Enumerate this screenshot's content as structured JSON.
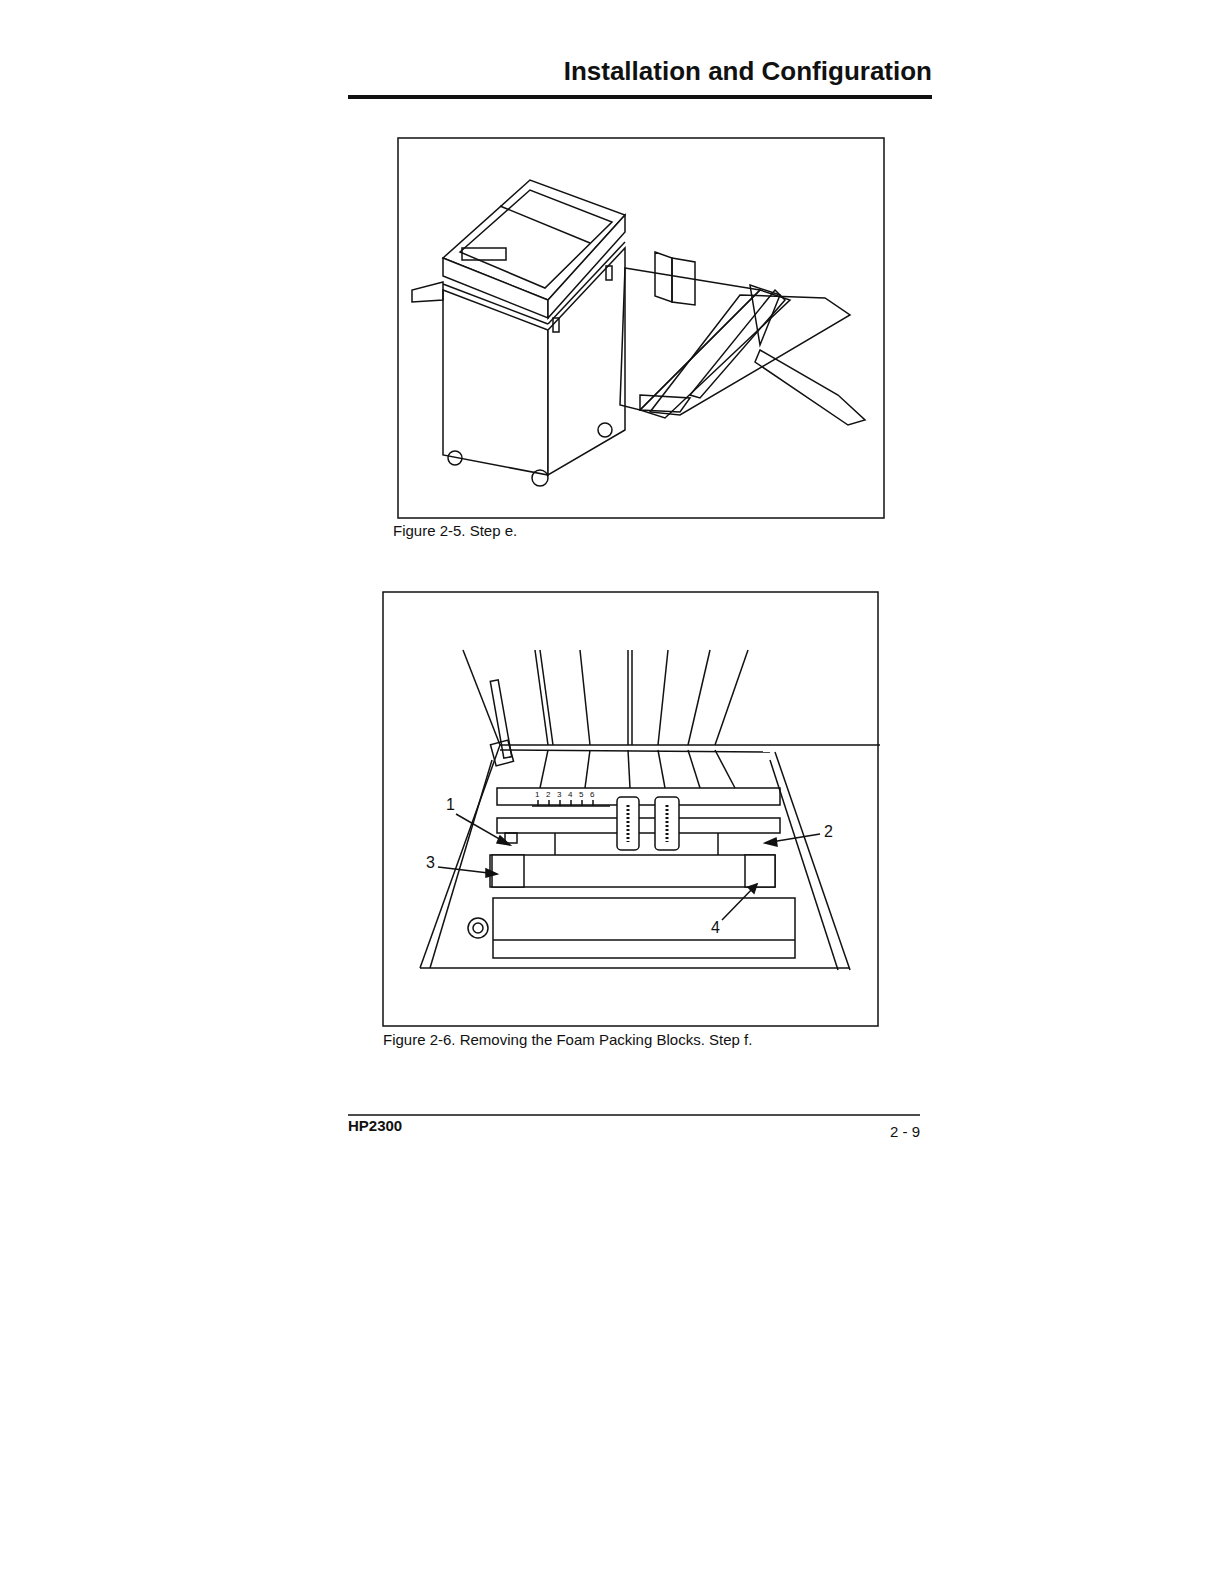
{
  "diagram": {
    "title": "Installation and Configuration",
    "labels": [
      "Figure 2-5. Step e.",
      "1",
      "2",
      "3",
      "4",
      "5",
      "6",
      "1",
      "2",
      "3",
      "4",
      "Figure 2-6. Removing the Foam Packing Blocks. Step f.",
      "HP2300",
      "2 - 9"
    ]
  }
}
